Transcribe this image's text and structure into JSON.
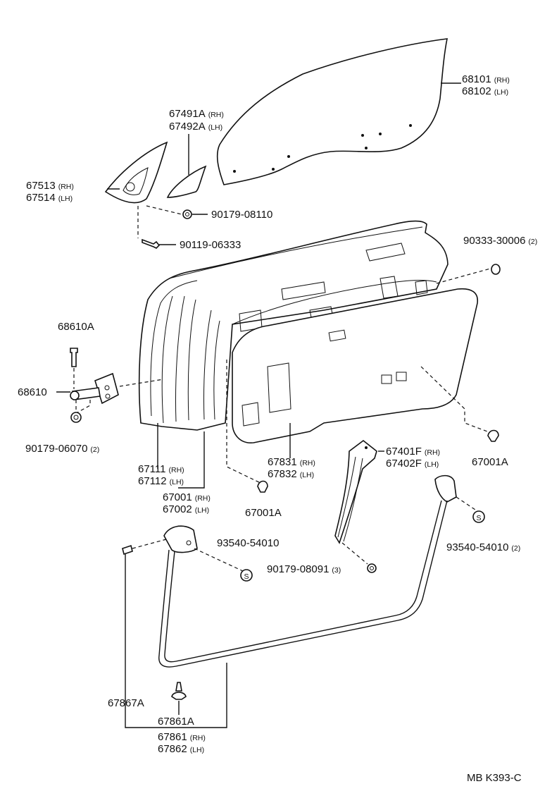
{
  "diagram": {
    "code": "MB  K393-C",
    "callouts": [
      {
        "id": "c-68101",
        "num": "68101",
        "side": "(RH)"
      },
      {
        "id": "c-68102",
        "num": "68102",
        "side": "(LH)"
      },
      {
        "id": "c-67491A",
        "num": "67491A",
        "side": "(RH)"
      },
      {
        "id": "c-67492A",
        "num": "67492A",
        "side": "(LH)"
      },
      {
        "id": "c-67513",
        "num": "67513",
        "side": "(RH)"
      },
      {
        "id": "c-67514",
        "num": "67514",
        "side": "(LH)"
      },
      {
        "id": "c-90179-08110",
        "num": "90179-08110",
        "side": ""
      },
      {
        "id": "c-90119-06333",
        "num": "90119-06333",
        "side": ""
      },
      {
        "id": "c-90333-30006",
        "num": "90333-30006",
        "side": "(2)"
      },
      {
        "id": "c-68610A",
        "num": "68610A",
        "side": ""
      },
      {
        "id": "c-68610",
        "num": "68610",
        "side": ""
      },
      {
        "id": "c-90179-06070",
        "num": "90179-06070",
        "side": "(2)"
      },
      {
        "id": "c-67111",
        "num": "67111",
        "side": "(RH)"
      },
      {
        "id": "c-67112",
        "num": "67112",
        "side": "(LH)"
      },
      {
        "id": "c-67001",
        "num": "67001",
        "side": "(RH)"
      },
      {
        "id": "c-67002",
        "num": "67002",
        "side": "(LH)"
      },
      {
        "id": "c-67831",
        "num": "67831",
        "side": "(RH)"
      },
      {
        "id": "c-67832",
        "num": "67832",
        "side": "(LH)"
      },
      {
        "id": "c-67401F",
        "num": "67401F",
        "side": "(RH)"
      },
      {
        "id": "c-67402F",
        "num": "67402F",
        "side": "(LH)"
      },
      {
        "id": "c-67001A-r",
        "num": "67001A",
        "side": ""
      },
      {
        "id": "c-67001A-c",
        "num": "67001A",
        "side": ""
      },
      {
        "id": "c-93540-l",
        "num": "93540-54010",
        "side": ""
      },
      {
        "id": "c-93540-r",
        "num": "93540-54010",
        "side": "(2)"
      },
      {
        "id": "c-90179-08091",
        "num": "90179-08091",
        "side": "(3)"
      },
      {
        "id": "c-67867A",
        "num": "67867A",
        "side": ""
      },
      {
        "id": "c-67861A",
        "num": "67861A",
        "side": ""
      },
      {
        "id": "c-67861",
        "num": "67861",
        "side": "(RH)"
      },
      {
        "id": "c-67862",
        "num": "67862",
        "side": "(LH)"
      }
    ]
  }
}
